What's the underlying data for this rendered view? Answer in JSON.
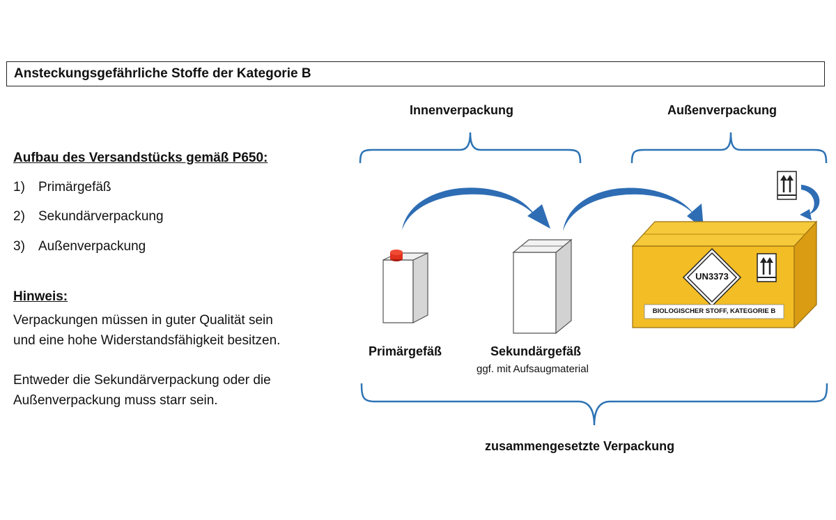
{
  "title": "Ansteckungsgefährliche Stoffe der Kategorie B",
  "left": {
    "heading": "Aufbau des Versandstücks gemäß P650:",
    "items": [
      {
        "num": "1)",
        "label": "Primärgefäß"
      },
      {
        "num": "2)",
        "label": "Sekundärverpackung"
      },
      {
        "num": "3)",
        "label": "Außenverpackung"
      }
    ],
    "note_heading": "Hinweis:",
    "note_lines": [
      "Verpackungen müssen in guter Qualität sein",
      "und eine hohe Widerstandsfähigkeit besitzen."
    ],
    "note2_lines": [
      "Entweder die Sekundärverpackung oder die",
      "Außenverpackung muss starr sein."
    ]
  },
  "diagram": {
    "inner_label": "Innenverpackung",
    "outer_label": "Außenverpackung",
    "primary_label": "Primärgefäß",
    "secondary_label": "Sekundärgefäß",
    "secondary_sub": "ggf. mit Aufsaugmaterial",
    "combined_label": "zusammengesetzte Verpackung",
    "un_number": "UN3373",
    "box_label": "BIOLOGISCHER STOFF, KATEGORIE B",
    "colors": {
      "bracket": "#2e74b5",
      "arrow": "#2e6db4",
      "box_front": "#f2bd25",
      "box_side": "#d99c12",
      "box_top": "#f5c93a",
      "cap": "#e0301e"
    }
  }
}
